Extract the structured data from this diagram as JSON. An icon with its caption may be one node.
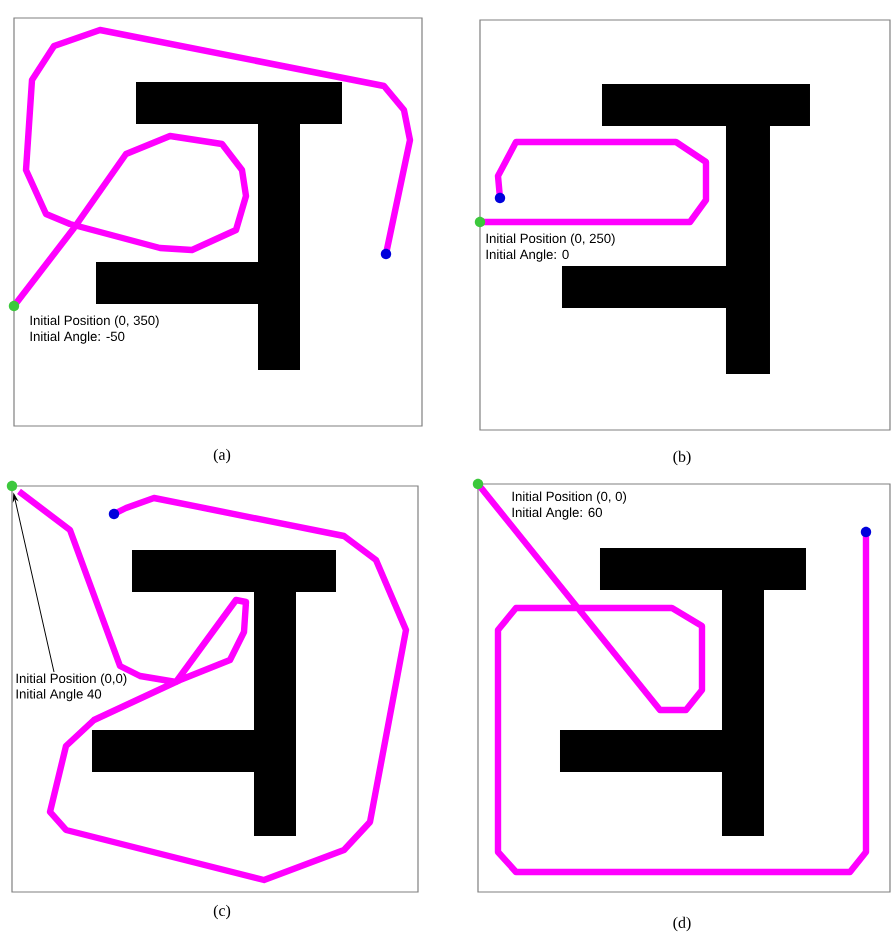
{
  "diagram": {
    "nodes": [
      {
        "text": [
          "Initial Position (0,0)",
          "Initial Angle 40"
        ]
      },
      {
        "text": [],
        "shape": "circle"
      }
    ],
    "edges": [
      {
        "from": 0,
        "to": 1,
        "arrow": "to"
      }
    ],
    "labels": [
      "Initial Position (0, 350)",
      "Initial Angle: -50",
      "(a)",
      "Initial Position (0, 250)",
      "Initial Angle: 0",
      "(b)",
      "(c)",
      "Initial Position (0, 0)",
      "Initial Angle: 60",
      "(d)"
    ]
  }
}
